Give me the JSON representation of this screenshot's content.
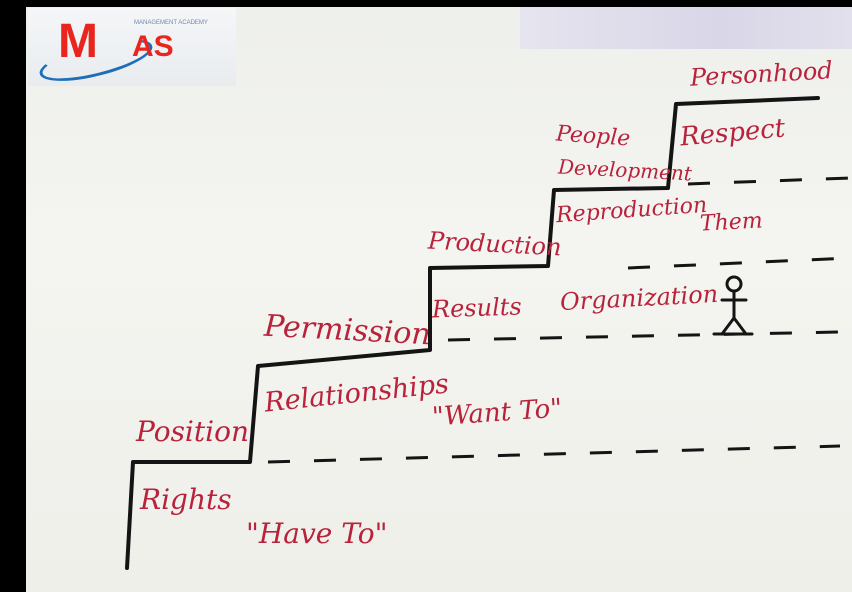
{
  "logo": {
    "letter_m": "M",
    "letters_as": "AS",
    "tagline": "MANAGEMENT ACADEMY",
    "icon": "swoosh-logo-icon"
  },
  "levels": [
    {
      "title": "Position",
      "detail": "Rights",
      "quote": "\"Have To\""
    },
    {
      "title": "Permission",
      "detail": "Relationships",
      "quote": "\"Want To\""
    },
    {
      "title": "Production",
      "detail": "Results",
      "extra": "Organization"
    },
    {
      "title": "People Development",
      "title_line1": "People",
      "title_line2": "Development",
      "detail": "Reproduction",
      "extra": "Them"
    },
    {
      "title": "Personhood",
      "detail": "Respect"
    }
  ],
  "figure": {
    "icon": "stick-figure-icon"
  },
  "colors": {
    "ink_red": "#b8223b",
    "ink_black": "#141414",
    "board": "#f2f2ee"
  }
}
